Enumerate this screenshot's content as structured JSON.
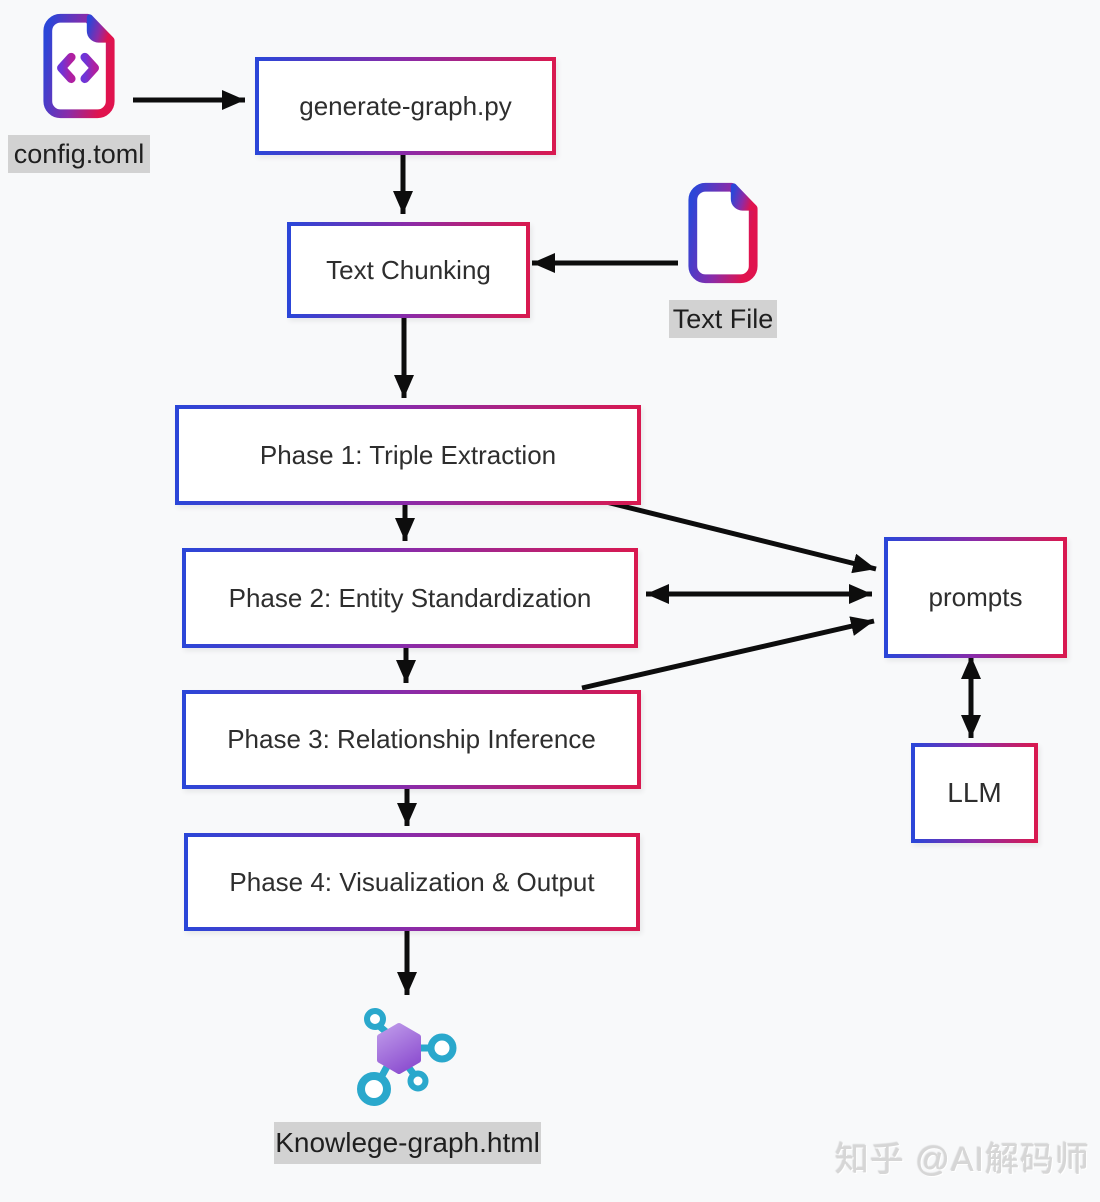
{
  "nodes": {
    "generate": "generate-graph.py",
    "chunking": "Text Chunking",
    "phase1": "Phase 1: Triple Extraction",
    "phase2": "Phase 2: Entity Standardization",
    "phase3": "Phase 3: Relationship Inference",
    "phase4": "Phase 4: Visualization & Output",
    "prompts": "prompts",
    "llm": "LLM"
  },
  "labels": {
    "config": "config.toml",
    "textfile": "Text File",
    "output": "Knowlege-graph.html"
  },
  "icons": {
    "config": "code-file-icon",
    "textfile": "text-file-icon",
    "output": "knowledge-graph-icon"
  },
  "colors": {
    "border_gradient_start": "#2b46d8",
    "border_gradient_mid": "#8b2ba8",
    "border_gradient_end": "#d81950",
    "arrow": "#0d0d0d",
    "label_background": "#d2d2d2",
    "node_background": "#ffffff",
    "graph_icon_cyan": "#2aa8cc",
    "graph_icon_purple": "#9b59d6"
  },
  "watermark": "知乎 @AI解码师"
}
